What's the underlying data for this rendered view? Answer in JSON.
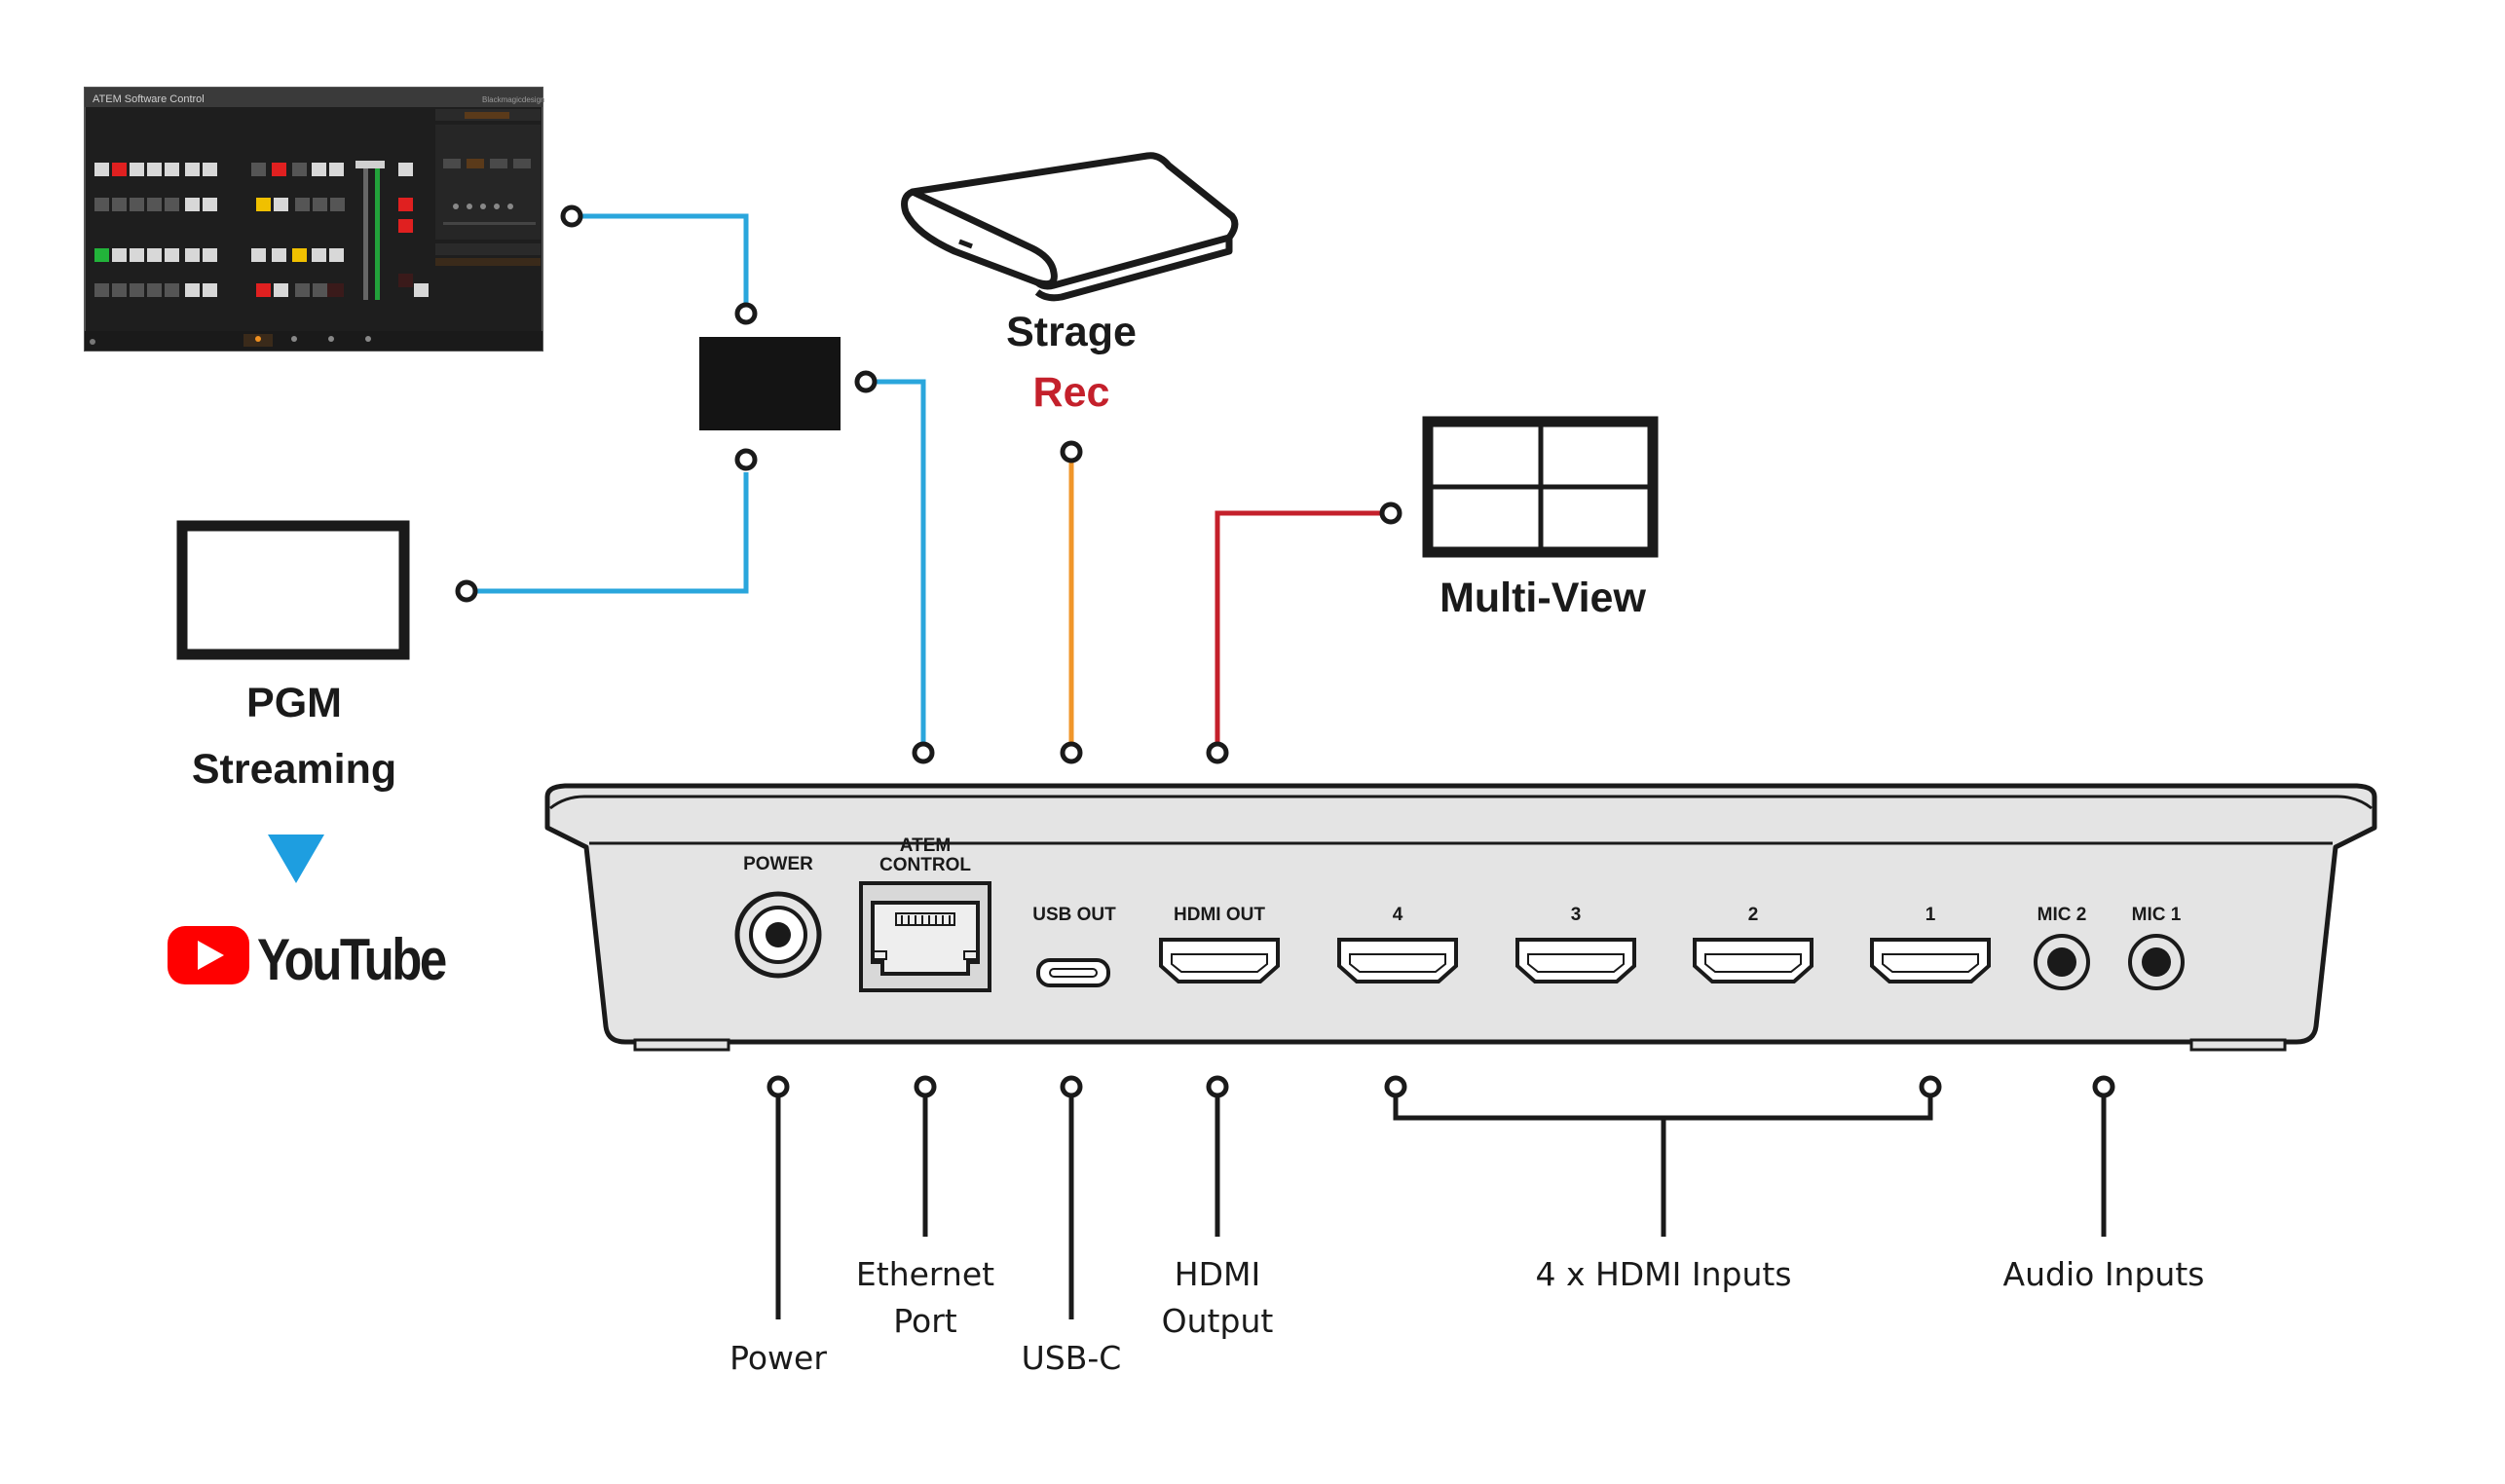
{
  "colors": {
    "ethernet_line": "#2aa6dc",
    "usb_line": "#f0962a",
    "hdmi_line": "#c4202b",
    "rec_text": "#c4202b",
    "youtube_red": "#ff0000",
    "streaming_arrow": "#1e9ee0",
    "panel_fill": "#e4e4e4",
    "ink": "#1a1a1a"
  },
  "nodes": {
    "software": {
      "title": "ATEM Software Control",
      "brand": "Blackmagicdesign",
      "icon": "atem-software-control-screen"
    },
    "switch_box": {
      "icon": "network-switch-box"
    },
    "storage": {
      "title": "Strage",
      "subtitle": "Rec",
      "icon": "portable-ssd-icon"
    },
    "pgm": {
      "line1": "PGM",
      "line2": "Streaming",
      "icon": "pgm-monitor-icon"
    },
    "youtube": {
      "text": "YouTube",
      "icon": "youtube-play-icon"
    },
    "multiview": {
      "title": "Multi-View",
      "icon": "multiview-quad-monitor-icon"
    }
  },
  "panel": {
    "ports": {
      "power": "POWER",
      "atem_control_1": "ATEM",
      "atem_control_2": "CONTROL",
      "usb_out": "USB OUT",
      "hdmi_out": "HDMI OUT",
      "in4": "4",
      "in3": "3",
      "in2": "2",
      "in1": "1",
      "mic2": "MIC 2",
      "mic1": "MIC 1"
    }
  },
  "callouts": {
    "power": "Power",
    "ethernet_1": "Ethernet",
    "ethernet_2": "Port",
    "usb": "USB-C",
    "hdmi_1": "HDMI",
    "hdmi_2": "Output",
    "hdmi_inputs": "4 x HDMI Inputs",
    "audio": "Audio Inputs"
  }
}
